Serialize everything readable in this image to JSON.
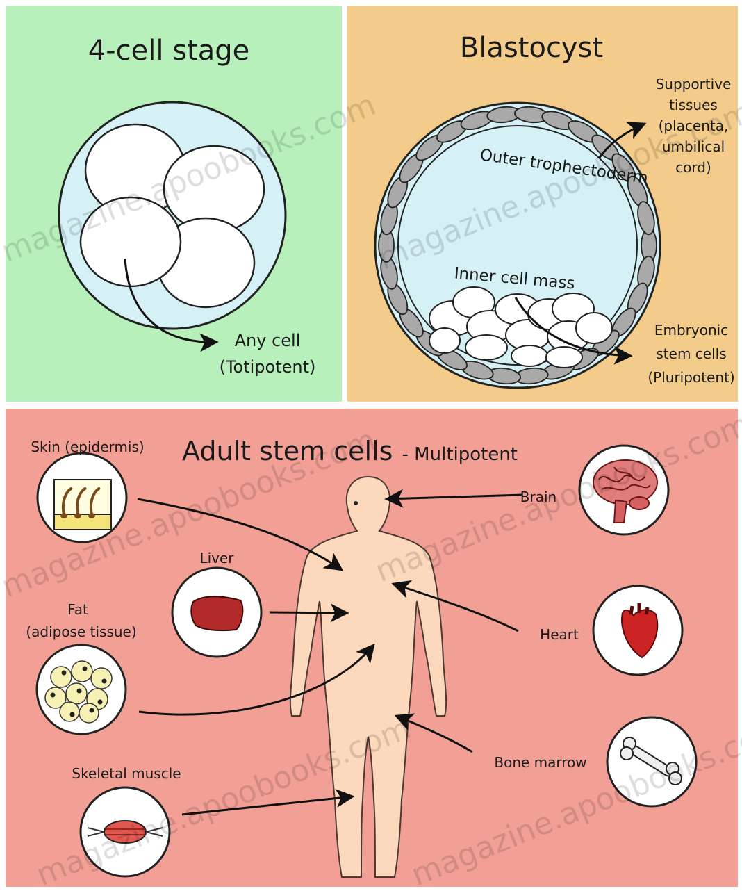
{
  "panels": {
    "four_cell": {
      "title": "4-cell stage",
      "caption_line1": "Any cell",
      "caption_line2": "(Totipotent)",
      "bg": "#b8f0bb"
    },
    "blastocyst": {
      "title": "Blastocyst",
      "outer_label": "Outer trophectoderm",
      "inner_label": "Inner cell mass",
      "supportive": [
        "Supportive",
        "tissues",
        "(placenta,",
        "umbilical",
        "cord)"
      ],
      "embryonic": [
        "Embryonic",
        "stem cells",
        "(Pluripotent)"
      ],
      "bg": "#f3cc8b"
    },
    "adult": {
      "title": "Adult stem cells",
      "subtitle": "- Multipotent",
      "bg": "#f2a096",
      "left_labels": {
        "skin": "Skin (epidermis)",
        "liver": "Liver",
        "fat_line1": "Fat",
        "fat_line2": "(adipose tissue)",
        "muscle": "Skeletal muscle"
      },
      "right_labels": {
        "brain": "Brain",
        "heart": "Heart",
        "bone": "Bone marrow"
      }
    }
  },
  "watermark": "magazine.apoobooks.com",
  "icons": [
    "skin-icon",
    "liver-icon",
    "fat-icon",
    "muscle-icon",
    "brain-icon",
    "heart-icon",
    "bone-icon",
    "body-icon"
  ]
}
